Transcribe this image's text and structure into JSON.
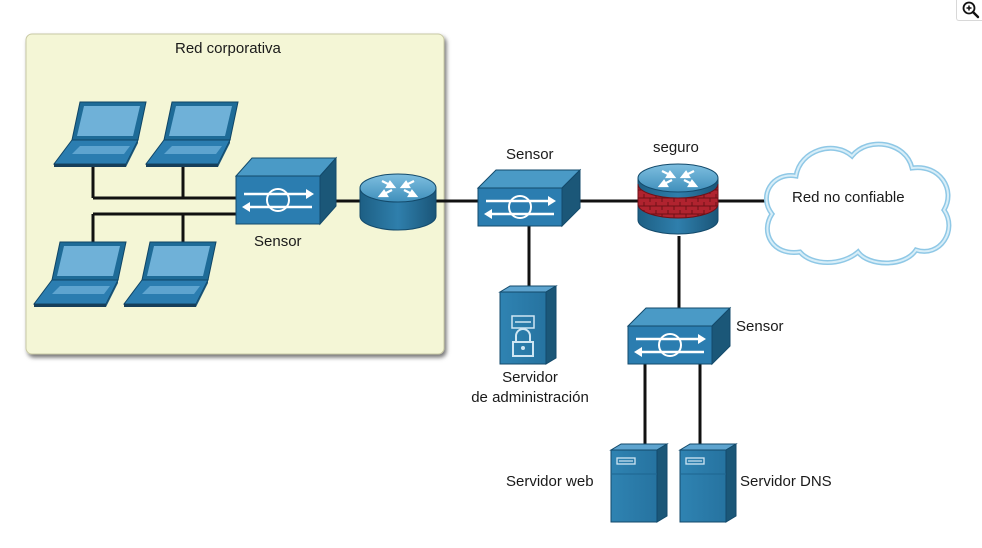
{
  "labels": {
    "corporate_network": "Red corporativa",
    "sensor_corporate": "Sensor",
    "sensor_middle": "Sensor",
    "firewall": "seguro",
    "untrusted_network": "Red no confiable",
    "sensor_dmz": "Sensor",
    "management_server_line1": "Servidor",
    "management_server_line2": "de administración",
    "web_server": "Servidor web",
    "dns_server": "Servidor DNS"
  },
  "colors": {
    "zone_fill": "#f4f6d6",
    "device_blue": "#2a7aa6",
    "device_dark": "#1b5778",
    "device_light": "#63a9cf",
    "firewall_red": "#a31f2a",
    "link": "#111111",
    "cloud_stroke": "#8fc8e6"
  },
  "icons": {
    "zoom": "zoom-in-icon",
    "laptop": "laptop-icon",
    "switch": "switch-icon",
    "router": "router-icon",
    "firewall": "firewall-router-icon",
    "cloud": "cloud-icon",
    "server": "server-icon",
    "lock": "lock-icon"
  }
}
